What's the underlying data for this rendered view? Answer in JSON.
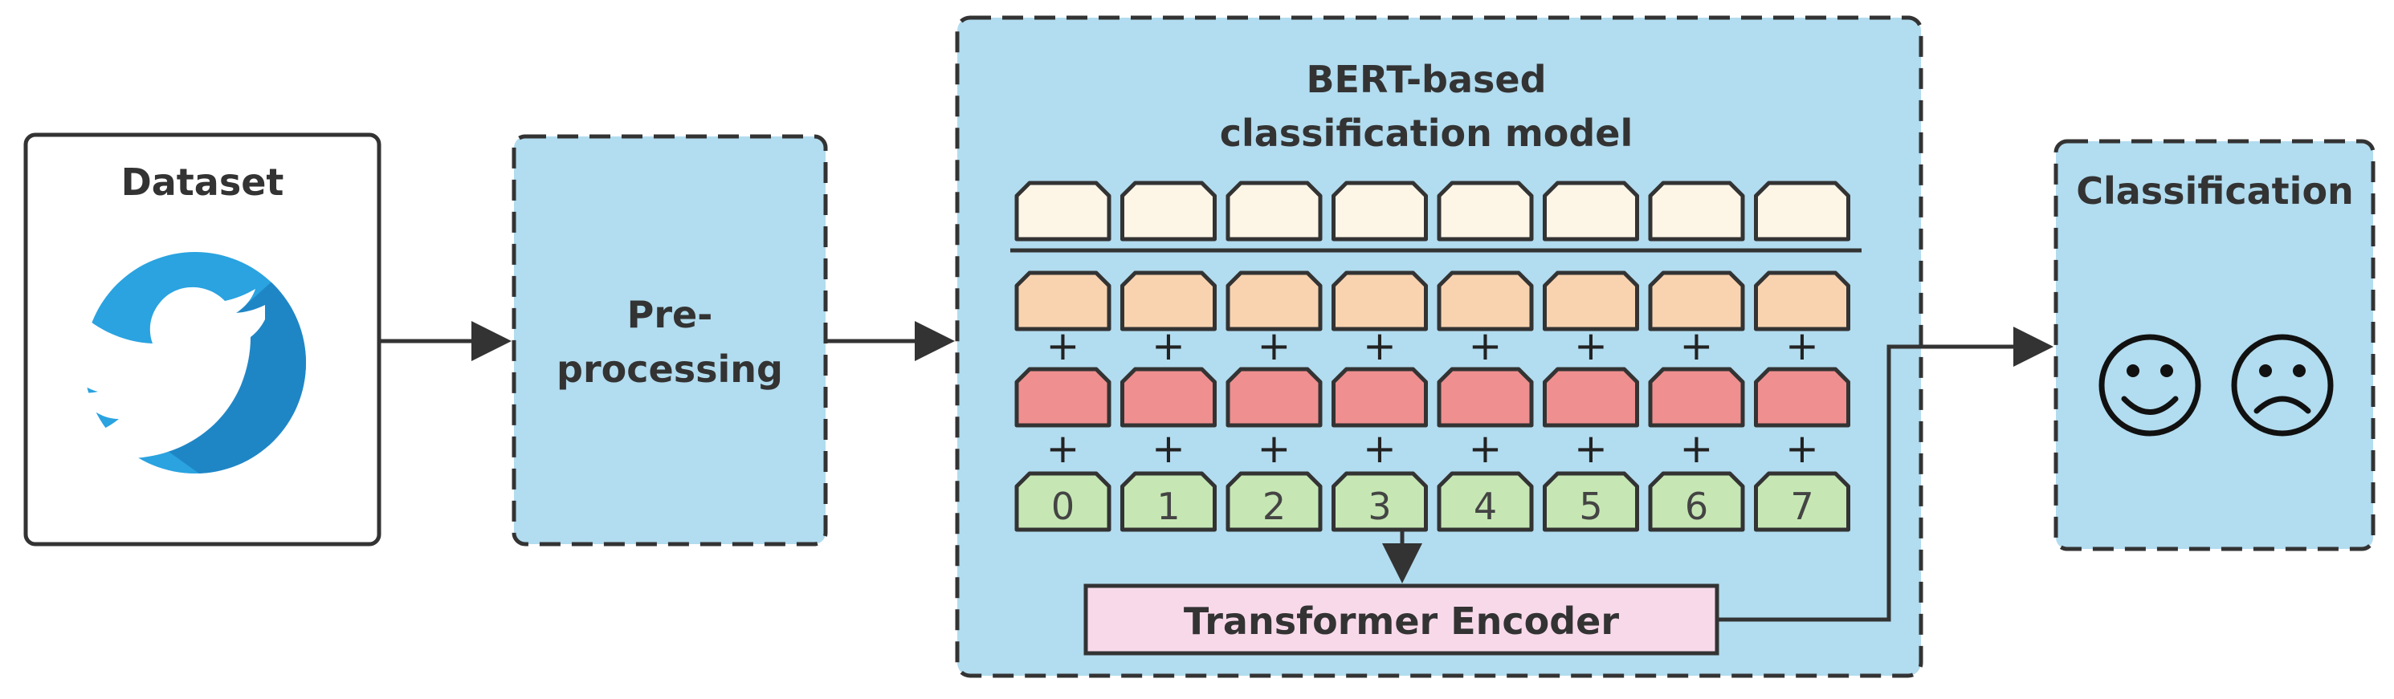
{
  "dataset": {
    "title": "Dataset",
    "icon": "twitter-bird-icon"
  },
  "preprocessing": {
    "label_line1": "Pre-",
    "label_line2": "processing"
  },
  "model": {
    "title_line1": "BERT-based",
    "title_line2": "classification model",
    "plus_sign": "+",
    "position_ids": [
      "0",
      "1",
      "2",
      "3",
      "4",
      "5",
      "6",
      "7"
    ],
    "encoder_label": "Transformer Encoder"
  },
  "classification": {
    "title": "Classification",
    "icons": [
      "smiley-face-icon",
      "frowning-face-icon"
    ]
  },
  "colors": {
    "panel_fill": "#b2dcef",
    "output_token": "#fdf6e7",
    "token_embedding": "#f9d3b0",
    "segment_embedding": "#ef8f8f",
    "position_embedding": "#c6e7b4",
    "encoder_fill": "#f8d9ea",
    "twitter_blue": "#2aa3e0"
  }
}
